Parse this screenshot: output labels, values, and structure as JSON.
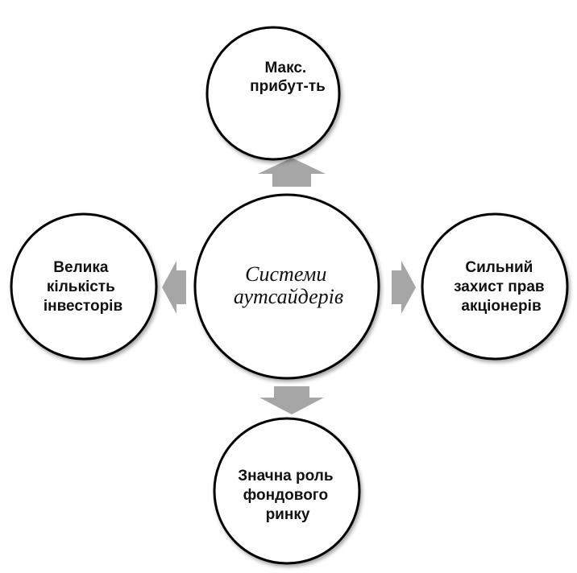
{
  "center": {
    "lines": [
      "Системи",
      "аутсайдерів"
    ]
  },
  "nodes": {
    "top": {
      "lines": [
        "Макс.",
        "прибут-ть"
      ]
    },
    "left": {
      "lines": [
        "Велика",
        "кількість",
        "інвесторів"
      ]
    },
    "right": {
      "lines": [
        "Сильний",
        "захист прав",
        "акціонерів"
      ]
    },
    "bottom": {
      "lines": [
        "Значна роль",
        "фондового",
        "ринку"
      ]
    }
  },
  "colors": {
    "circle_stroke": "#000000",
    "circle_fill": "#ffffff",
    "arrow_fill": "#a6a6a6",
    "text": "#111111"
  }
}
